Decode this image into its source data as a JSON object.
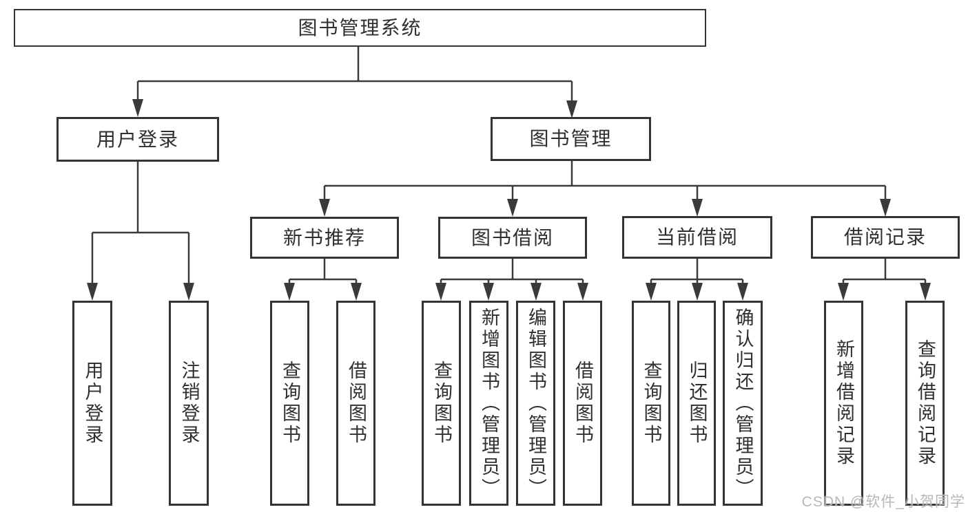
{
  "tree": {
    "root": {
      "label": "图书管理系统",
      "children": [
        {
          "label": "用户登录",
          "children": [
            {
              "label": "用户登录"
            },
            {
              "label": "注销登录"
            }
          ]
        },
        {
          "label": "图书管理",
          "children": [
            {
              "label": "新书推荐",
              "children": [
                {
                  "label": "查询图书"
                },
                {
                  "label": "借阅图书"
                }
              ]
            },
            {
              "label": "图书借阅",
              "children": [
                {
                  "label": "查询图书"
                },
                {
                  "label": "新增图书（管理员）"
                },
                {
                  "label": "编辑图书（管理员）"
                },
                {
                  "label": "借阅图书"
                }
              ]
            },
            {
              "label": "当前借阅",
              "children": [
                {
                  "label": "查询图书"
                },
                {
                  "label": "归还图书"
                },
                {
                  "label": "确认归还（管理员）"
                }
              ]
            },
            {
              "label": "借阅记录",
              "children": [
                {
                  "label": "新增借阅记录"
                },
                {
                  "label": "查询借阅记录"
                }
              ]
            }
          ]
        }
      ]
    }
  },
  "watermark": {
    "text": "CSDN @软件_小贺同学"
  },
  "colors": {
    "line": "#3a3a3a",
    "box_border": "#343434",
    "text": "#2f2f2f",
    "background": "#ffffff",
    "watermark": "#b3b1b1"
  }
}
